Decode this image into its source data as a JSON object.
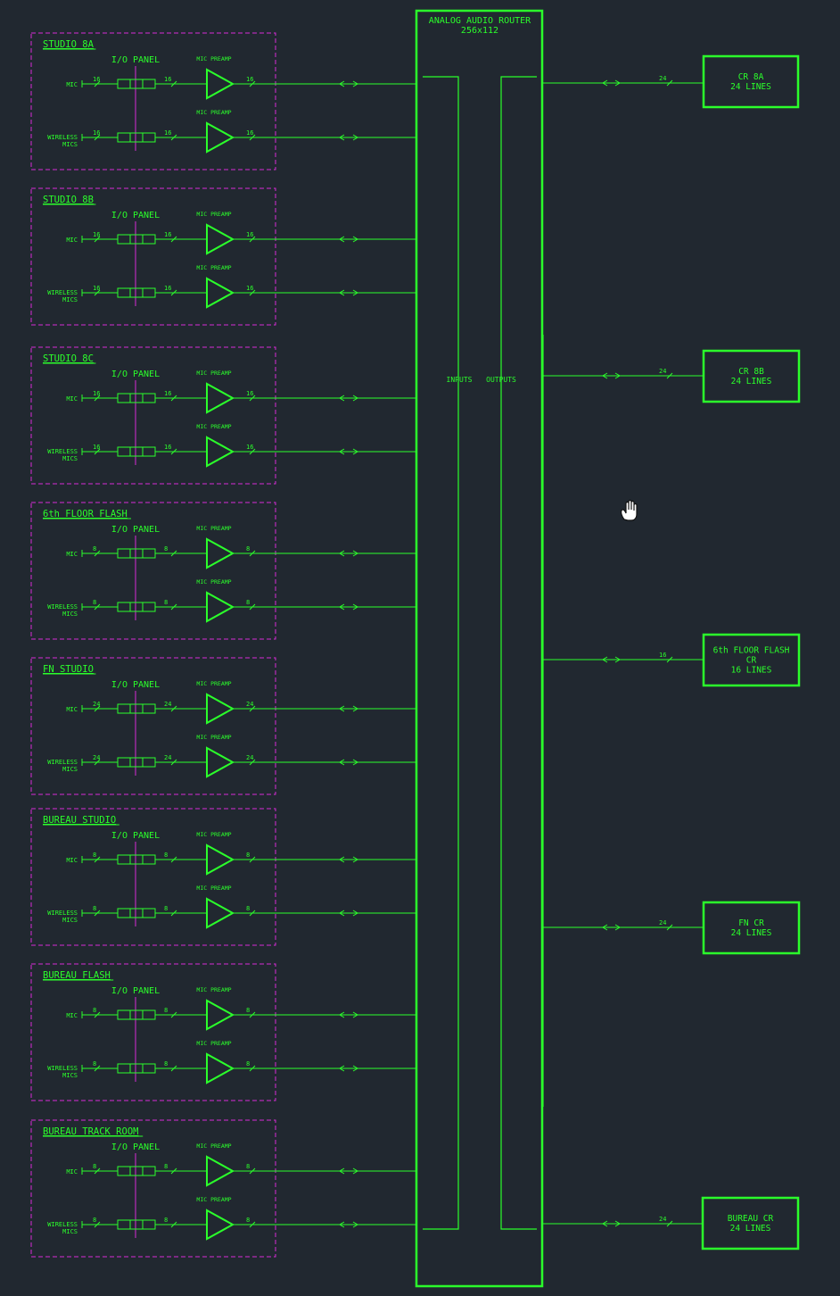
{
  "router": {
    "title_line1": "ANALOG AUDIO ROUTER",
    "title_line2": "256x112",
    "inputs_label": "INPUTS",
    "outputs_label": "OUTPUTS"
  },
  "labels": {
    "io_panel": "I/O PANEL",
    "mic_preamp": "MIC PREAMP",
    "mic": "MIC",
    "wireless_line1": "WIRELESS",
    "wireless_line2": "MICS"
  },
  "colors": {
    "line": "#2bff2b",
    "studio_border": "#d62bd6",
    "background": "#212830"
  },
  "studios": [
    {
      "name": "STUDIO 8A",
      "mic_count": "16",
      "wireless_count": "16"
    },
    {
      "name": "STUDIO 8B",
      "mic_count": "16",
      "wireless_count": "16"
    },
    {
      "name": "STUDIO 8C",
      "mic_count": "16",
      "wireless_count": "16"
    },
    {
      "name": "6th FLOOR FLASH",
      "mic_count": "8",
      "wireless_count": "8"
    },
    {
      "name": "FN STUDIO",
      "mic_count": "24",
      "wireless_count": "24"
    },
    {
      "name": "BUREAU STUDIO",
      "mic_count": "8",
      "wireless_count": "8"
    },
    {
      "name": "BUREAU FLASH",
      "mic_count": "8",
      "wireless_count": "8"
    },
    {
      "name": "BUREAU TRACK ROOM",
      "mic_count": "8",
      "wireless_count": "8"
    }
  ],
  "control_rooms": [
    {
      "lines": [
        "CR 8A",
        "24 LINES"
      ],
      "count": "24"
    },
    {
      "lines": [
        "CR 8B",
        "24 LINES"
      ],
      "count": "24"
    },
    {
      "lines": [
        "6th FLOOR FLASH",
        "CR",
        "16 LINES"
      ],
      "count": "16"
    },
    {
      "lines": [
        "FN CR",
        "24 LINES"
      ],
      "count": "24"
    },
    {
      "lines": [
        "BUREAU CR",
        "24 LINES"
      ],
      "count": "24"
    }
  ],
  "cursor_icon": "hand-cursor-icon"
}
